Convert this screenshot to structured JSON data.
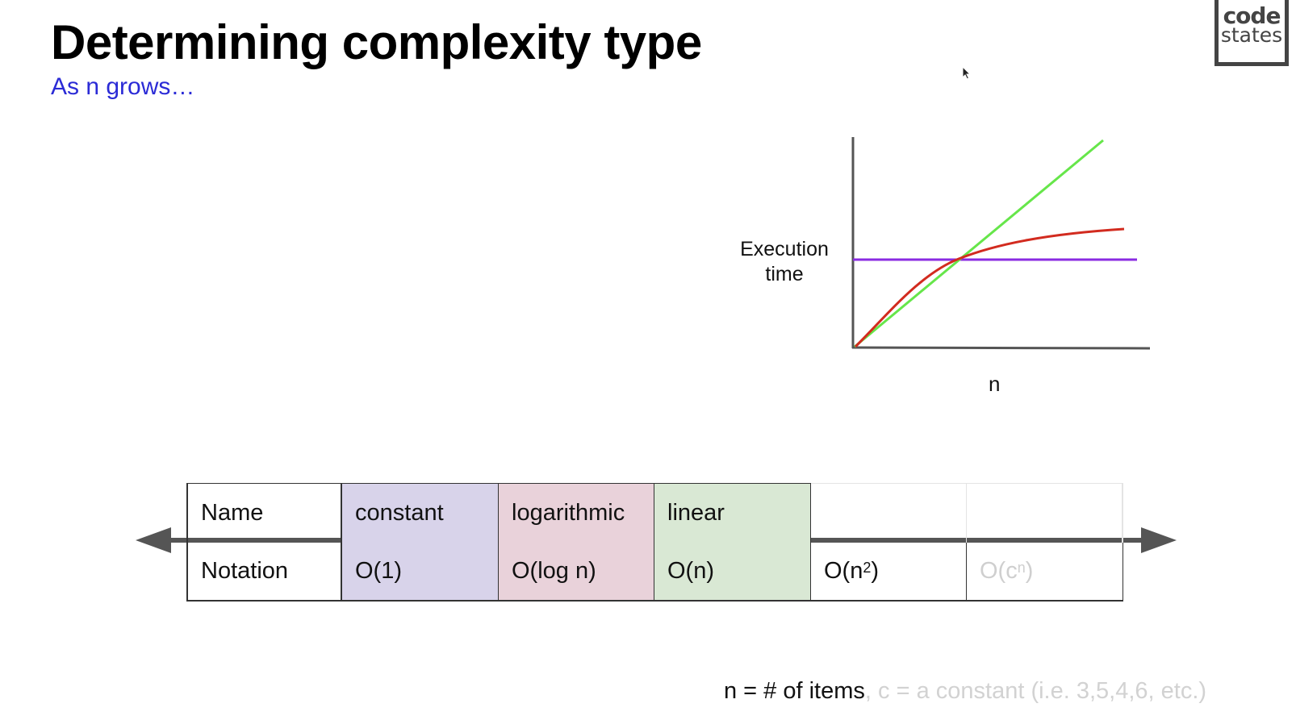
{
  "slide": {
    "title": "Determining complexity type",
    "subtitle": "As n grows…"
  },
  "logo": {
    "line1": "code",
    "line2": "states"
  },
  "chart": {
    "ylabel_line1": "Execution",
    "ylabel_line2": "time",
    "xlabel": "n",
    "colors": {
      "constant": "#8a2be2",
      "logarithmic": "#d22b1f",
      "linear": "#66e64a",
      "axis": "#555555"
    }
  },
  "table": {
    "name_label": "Name",
    "notation_label": "Notation",
    "columns": [
      {
        "name": "constant",
        "notation": "O(1)"
      },
      {
        "name": "logarithmic",
        "notation": "O(log n)"
      },
      {
        "name": "linear",
        "notation": "O(n)"
      },
      {
        "name": "",
        "notation_base": "O(n",
        "notation_sup": "2",
        "notation_end": ")"
      },
      {
        "name": "",
        "notation_base": "O(c",
        "notation_sup": "n",
        "notation_end": ")"
      }
    ]
  },
  "footnote": {
    "main": "n = # of items",
    "faded": ", c = a constant (i.e. 3,5,4,6, etc.)"
  }
}
